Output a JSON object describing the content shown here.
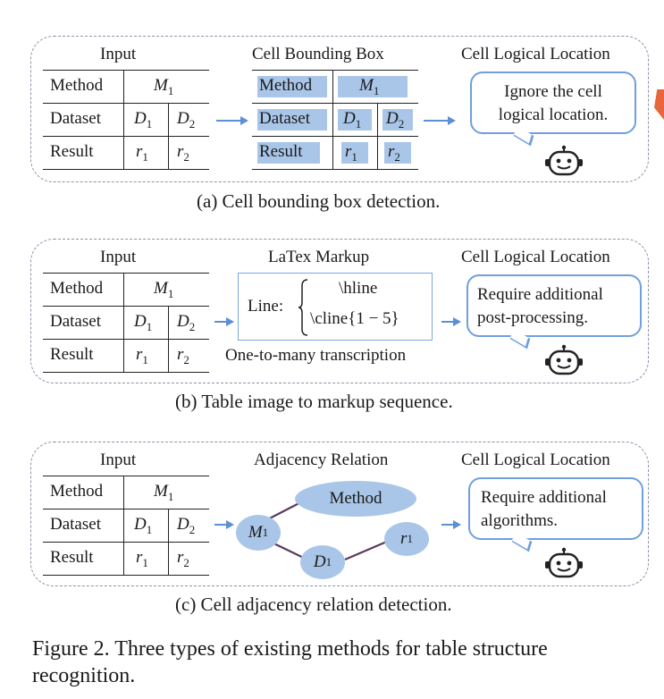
{
  "common": {
    "input_header": "Input",
    "output_header": "Cell Logical Location",
    "row_labels": [
      "Method",
      "Dataset",
      "Result"
    ],
    "method_value": "M",
    "dataset_values": [
      "D",
      "D"
    ],
    "result_values": [
      "r",
      "r"
    ],
    "sub1": "1",
    "sub2": "2"
  },
  "panel_a": {
    "mid_header": "Cell Bounding Box",
    "bubble_text": "Ignore the cell logical location.",
    "caption": "(a) Cell bounding box detection."
  },
  "panel_b": {
    "mid_header": "LaTex Markup",
    "line_label": "Line:",
    "markup_lines": [
      "\\hline",
      "\\cline{1 − 5}"
    ],
    "note": "One-to-many transcription",
    "bubble_text": "Require additional post-processing.",
    "caption": "(b) Table image to markup sequence."
  },
  "panel_c": {
    "mid_header": "Adjacency Relation",
    "node_method": "Method",
    "bubble_text": "Require additional algorithms.",
    "caption": "(c) Cell adjacency relation detection."
  },
  "figure_caption": "Figure 2. Three types of existing methods for table structure recognition.",
  "colors": {
    "highlight": "#a9c6e8",
    "accent": "#5b8fd6",
    "frame": "#8a93a6",
    "edge": "#5a3a5c"
  },
  "icons": [
    "arrow-right-icon",
    "robot-icon"
  ]
}
